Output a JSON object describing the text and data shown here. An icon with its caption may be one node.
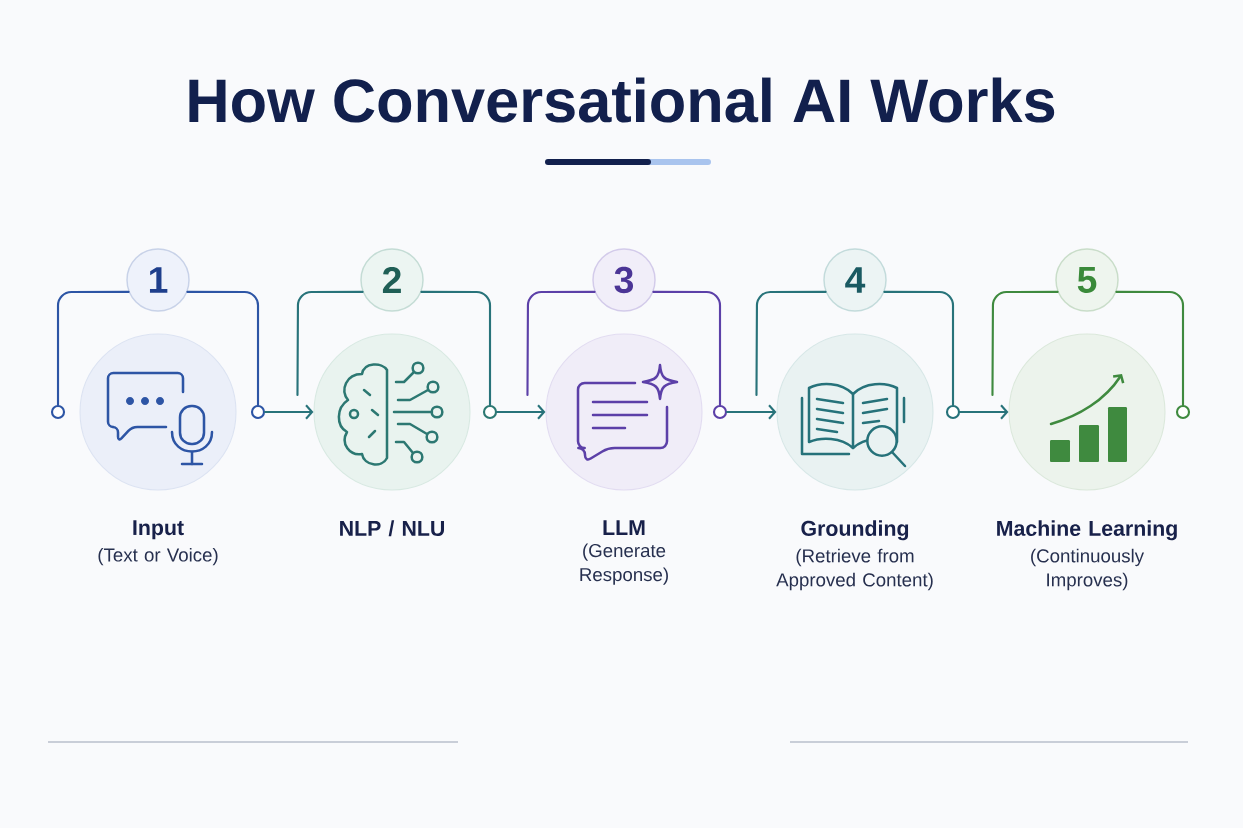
{
  "diagram": {
    "title": "How Conversational AI Works",
    "nodes": [
      {
        "text": [
          "1"
        ]
      },
      {
        "text": [
          "2"
        ]
      },
      {
        "text": [
          "3"
        ]
      },
      {
        "text": [
          "4"
        ]
      },
      {
        "text": [
          "5"
        ]
      },
      {
        "text": [
          "Input",
          "(Text or Voice)"
        ]
      },
      {
        "text": [
          "NLP / NLU"
        ]
      },
      {
        "text": [
          "LLM",
          "(Generate Response)"
        ]
      },
      {
        "text": [
          "Grounding",
          "(Retrieve from Approved Content)"
        ]
      },
      {
        "text": [
          "Machine Learning",
          "(Continuously Improves)"
        ]
      },
      {
        "text": [],
        "shape": "circle"
      },
      {
        "text": [],
        "shape": "circle"
      },
      {
        "text": [],
        "shape": "circle"
      },
      {
        "text": [],
        "shape": "circle"
      },
      {
        "text": [],
        "shape": "circle"
      },
      {
        "text": [],
        "shape": "circle"
      }
    ],
    "edges": [
      {
        "from": 10,
        "to": 0,
        "arrow": "none",
        "color": "#2d55a5"
      },
      {
        "from": 0,
        "to": 11,
        "arrow": "none",
        "color": "#2d55a5"
      },
      {
        "from": 11,
        "to": 6,
        "arrow": "to"
      },
      {
        "from": 6,
        "to": 1,
        "arrow": "none"
      },
      {
        "from": 1,
        "to": 12,
        "arrow": "none"
      },
      {
        "from": 12,
        "to": 7,
        "arrow": "to"
      },
      {
        "from": 7,
        "to": 2,
        "arrow": "none",
        "color": "#5c40a8"
      },
      {
        "from": 2,
        "to": 13,
        "arrow": "none",
        "color": "#5c40a8"
      },
      {
        "from": 13,
        "to": 8,
        "arrow": "to"
      },
      {
        "from": 8,
        "to": 3,
        "arrow": "none"
      },
      {
        "from": 3,
        "to": 14,
        "arrow": "none"
      },
      {
        "from": 14,
        "to": 9,
        "arrow": "to"
      },
      {
        "from": 9,
        "to": 4,
        "arrow": "none",
        "color": "#3f8a3f"
      },
      {
        "from": 4,
        "to": 15,
        "arrow": "none",
        "color": "#3f8a3f"
      }
    ]
  }
}
